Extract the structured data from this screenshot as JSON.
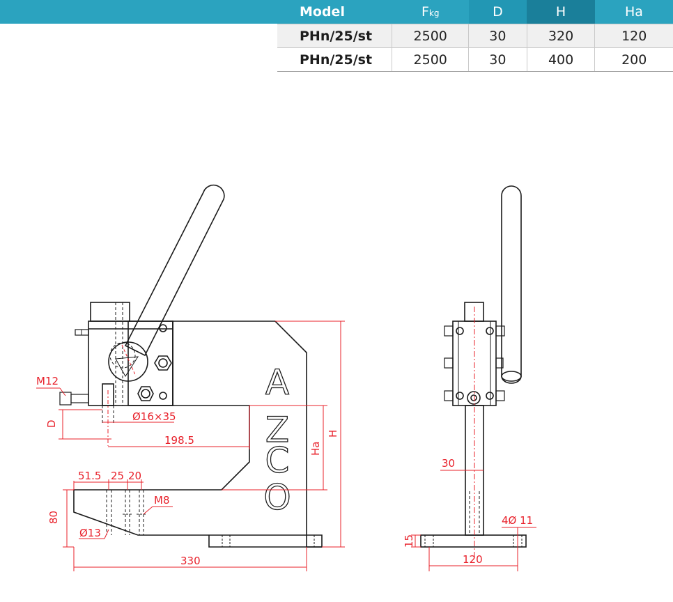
{
  "table": {
    "headers": [
      "Model",
      "F",
      "kg",
      "D",
      "H",
      "Ha"
    ],
    "rows": [
      {
        "model": "PHn/25/st",
        "f": "2500",
        "d": "30",
        "h": "320",
        "ha": "120"
      },
      {
        "model": "PHn/25/st",
        "f": "2500",
        "d": "30",
        "h": "400",
        "ha": "200"
      }
    ]
  },
  "brand_letters": [
    "A",
    "Z",
    "C",
    "O"
  ],
  "front_view": {
    "thread": "M12",
    "d_label": "D",
    "pin": "Ø16×35",
    "throat": "198.5",
    "ha_label": "Ha",
    "h_label": "H",
    "base_dims": [
      "51.5",
      "25",
      "20"
    ],
    "m8": "M8",
    "height": "80",
    "hole": "Ø13",
    "width": "330"
  },
  "side_view": {
    "column": "30",
    "holes": "4Ø 11",
    "thickness": "15",
    "base": "120"
  },
  "colors": {
    "header": "#2ba3bf",
    "dimension": "#e8202a",
    "outline": "#1a1a1a"
  }
}
